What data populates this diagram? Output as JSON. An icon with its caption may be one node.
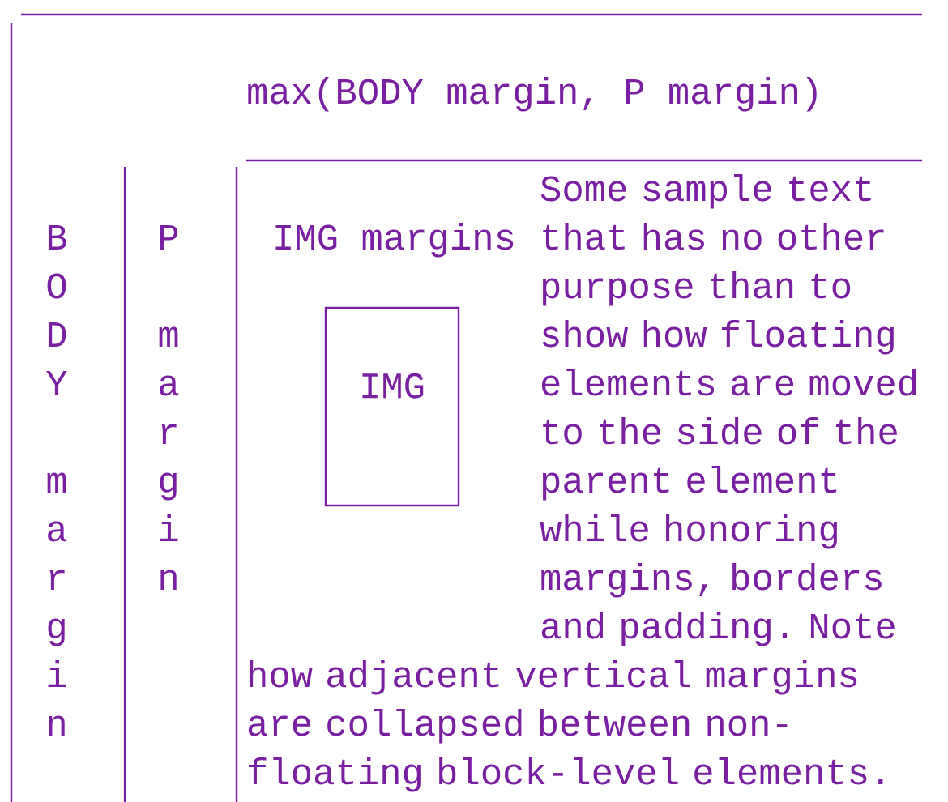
{
  "diagram": {
    "nodes": [
      {
        "text": [
          "IMG"
        ]
      }
    ],
    "labels": [
      "max(BODY margin, P margin)",
      "BODY margin",
      "P margin",
      "IMG margins",
      "Some sample text that has no other purpose than to show how floating elements are moved to the side of the parent element while honoring margins, borders and padding. Note how adjacent vertical margins are collapsed between non-floating block-level elements."
    ]
  }
}
